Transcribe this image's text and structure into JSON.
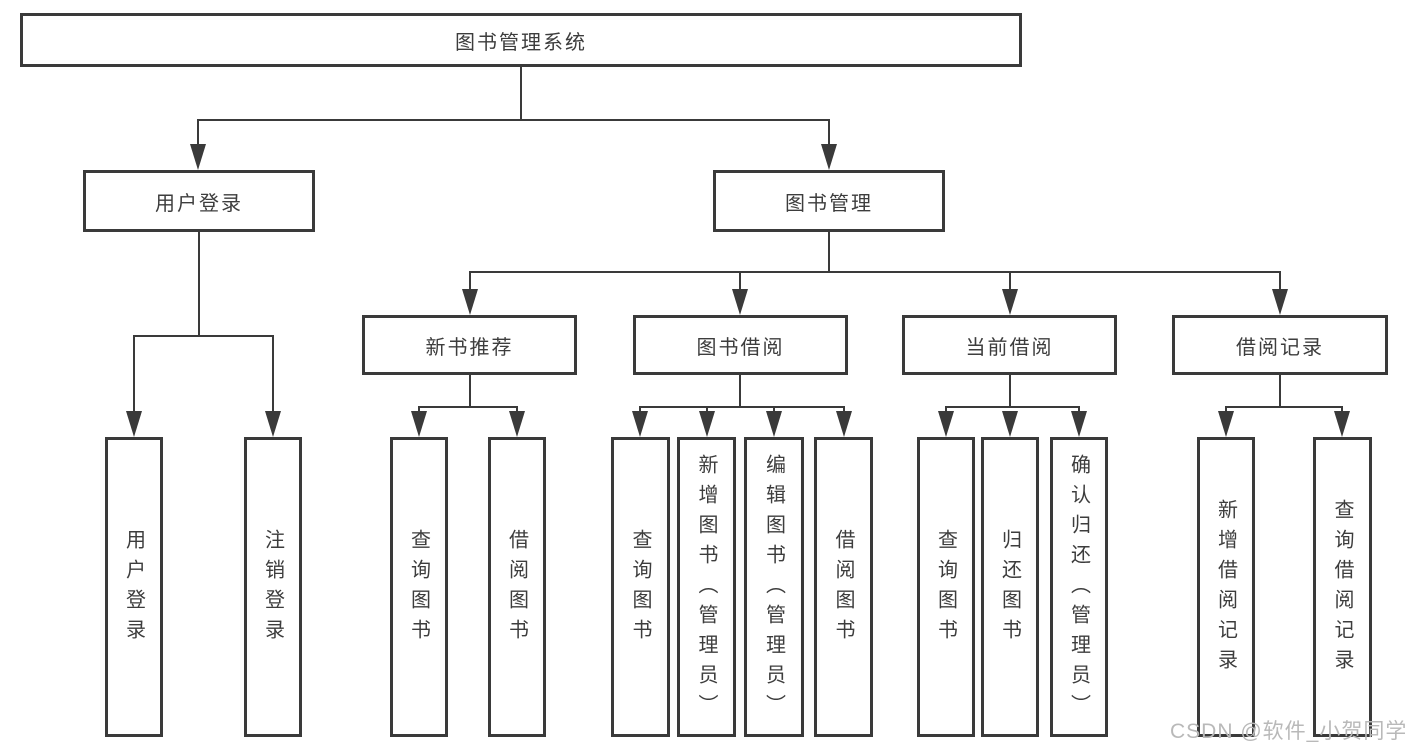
{
  "tree": {
    "label": "图书管理系统",
    "children": [
      {
        "label": "用户登录",
        "children": [
          {
            "label": "用户登录"
          },
          {
            "label": "注销登录"
          }
        ]
      },
      {
        "label": "图书管理",
        "children": [
          {
            "label": "新书推荐",
            "children": [
              {
                "label": "查询图书"
              },
              {
                "label": "借阅图书"
              }
            ]
          },
          {
            "label": "图书借阅",
            "children": [
              {
                "label": "查询图书"
              },
              {
                "label": "新增图书（管理员）"
              },
              {
                "label": "编辑图书（管理员）"
              },
              {
                "label": "借阅图书"
              }
            ]
          },
          {
            "label": "当前借阅",
            "children": [
              {
                "label": "查询图书"
              },
              {
                "label": "归还图书"
              },
              {
                "label": "确认归还（管理员）"
              }
            ]
          },
          {
            "label": "借阅记录",
            "children": [
              {
                "label": "新增借阅记录"
              },
              {
                "label": "查询借阅记录"
              }
            ]
          }
        ]
      }
    ]
  },
  "watermark": "CSDN @软件_小贺同学",
  "colors": {
    "line": "#3a3a3a",
    "text": "#3d3d3d",
    "watermark": "#b9b9b9",
    "background": "#ffffff"
  }
}
